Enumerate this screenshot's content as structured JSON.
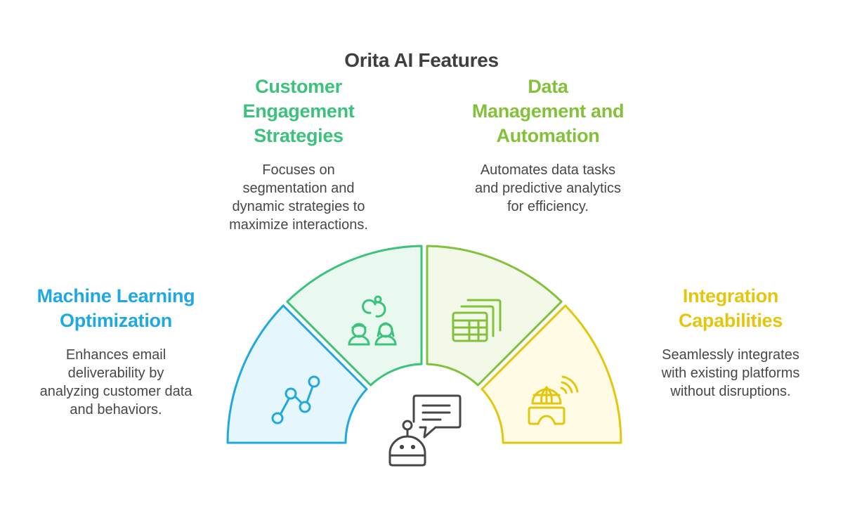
{
  "title": "Orita AI Features",
  "center_icon": "robot-chat-icon",
  "features": [
    {
      "heading": "Machine Learning Optimization",
      "heading_lines": [
        "Machine Learning",
        "Optimization"
      ],
      "description_lines": [
        "Enhances email",
        "deliverability by",
        "analyzing customer data",
        "and behaviors."
      ],
      "icon": "line-chart-icon",
      "color": "#1fa9e0",
      "fill": "#e6f6fd"
    },
    {
      "heading": "Customer Engagement Strategies",
      "heading_lines": [
        "Customer",
        "Engagement",
        "Strategies"
      ],
      "description_lines": [
        "Focuses on",
        "segmentation and",
        "dynamic strategies to",
        "maximize interactions."
      ],
      "icon": "people-connection-icon",
      "color": "#3cc27c",
      "fill": "#e9f9f0"
    },
    {
      "heading": "Data Management and Automation",
      "heading_lines": [
        "Data",
        "Management and",
        "Automation"
      ],
      "description_lines": [
        "Automates data tasks",
        "and predictive analytics",
        "for efficiency."
      ],
      "icon": "stacked-table-icon",
      "color": "#84c13b",
      "fill": "#f2f9e9"
    },
    {
      "heading": "Integration Capabilities",
      "heading_lines": [
        "Integration",
        "Capabilities"
      ],
      "description_lines": [
        "Seamlessly integrates",
        "with existing platforms",
        "without disruptions."
      ],
      "icon": "vr-globe-signal-icon",
      "color": "#e2c70e",
      "fill": "#fffbe5"
    }
  ]
}
